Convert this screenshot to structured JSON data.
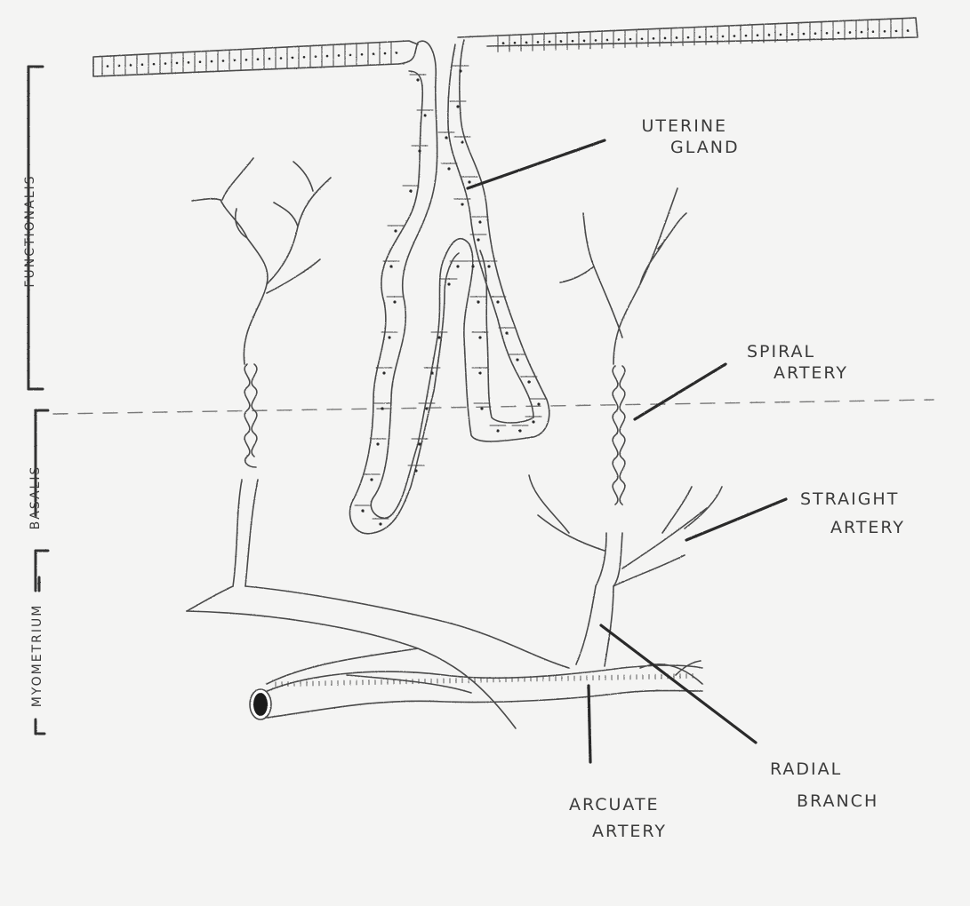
{
  "labels": {
    "uterine_gland": [
      "UTERINE",
      "GLAND"
    ],
    "spiral_artery": [
      "SPIRAL",
      "ARTERY"
    ],
    "straight_artery": [
      "STRAIGHT",
      "ARTERY"
    ],
    "radial_branch": [
      "RADIAL",
      "BRANCH"
    ],
    "arcuate_artery": [
      "ARCUATE",
      "ARTERY"
    ]
  },
  "layers": {
    "functionalis": "FUNCTIONALIS",
    "basalis": "BASALIS",
    "myometrium": "MYOMETRIUM"
  },
  "colors": {
    "paper": "#f4f4f3",
    "pencil": "#4a4a4a",
    "pointer": "#2a2a2a",
    "nucleus": "#2b2b2b"
  }
}
